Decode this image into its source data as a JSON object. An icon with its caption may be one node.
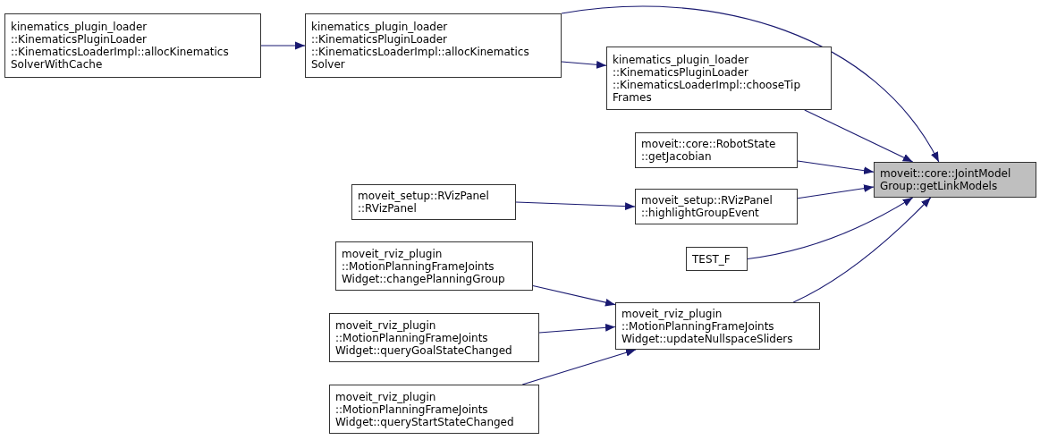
{
  "diagram": {
    "nodes": [
      {
        "text": [
          "kinematics_plugin_loader ::KinematicsPluginLoader ::KinematicsLoaderImpl::allocKinematics SolverWithCache"
        ]
      },
      {
        "text": [
          "kinematics_plugin_loader ::KinematicsPluginLoader ::KinematicsLoaderImpl::allocKinematics Solver"
        ]
      },
      {
        "text": [
          "kinematics_plugin_loader ::KinematicsPluginLoader ::KinematicsLoaderImpl::chooseTip Frames"
        ]
      },
      {
        "text": [
          "moveit::core::RobotState ::getJacobian"
        ]
      },
      {
        "text": [
          "moveit::core::JointModel Group::getLinkModels"
        ]
      },
      {
        "text": [
          "moveit_setup::RVizPanel ::RVizPanel"
        ]
      },
      {
        "text": [
          "moveit_setup::RVizPanel ::highlightGroupEvent"
        ]
      },
      {
        "text": [
          "TEST_F"
        ]
      },
      {
        "text": [
          "moveit_rviz_plugin ::MotionPlanningFrameJoints Widget::changePlanningGroup"
        ]
      },
      {
        "text": [
          "moveit_rviz_plugin ::MotionPlanningFrameJoints Widget::updateNullspaceSliders"
        ]
      },
      {
        "text": [
          "moveit_rviz_plugin ::MotionPlanningFrameJoints Widget::queryGoalStateChanged"
        ]
      },
      {
        "text": [
          "moveit_rviz_plugin ::MotionPlanningFrameJoints Widget::queryStartStateChanged"
        ]
      }
    ],
    "edges": [
      {
        "from": 0,
        "to": 1,
        "arrow": "to"
      },
      {
        "from": 1,
        "to": 2,
        "arrow": "to"
      },
      {
        "from": 1,
        "to": 4,
        "arrow": "to"
      },
      {
        "from": 2,
        "to": 4,
        "arrow": "to"
      },
      {
        "from": 3,
        "to": 4,
        "arrow": "to"
      },
      {
        "from": 5,
        "to": 6,
        "arrow": "to"
      },
      {
        "from": 6,
        "to": 4,
        "arrow": "to"
      },
      {
        "from": 7,
        "to": 4,
        "arrow": "to"
      },
      {
        "from": 9,
        "to": 4,
        "arrow": "to"
      },
      {
        "from": 8,
        "to": 9,
        "arrow": "to"
      },
      {
        "from": 10,
        "to": 9,
        "arrow": "to"
      },
      {
        "from": 11,
        "to": 9,
        "arrow": "to"
      }
    ]
  }
}
